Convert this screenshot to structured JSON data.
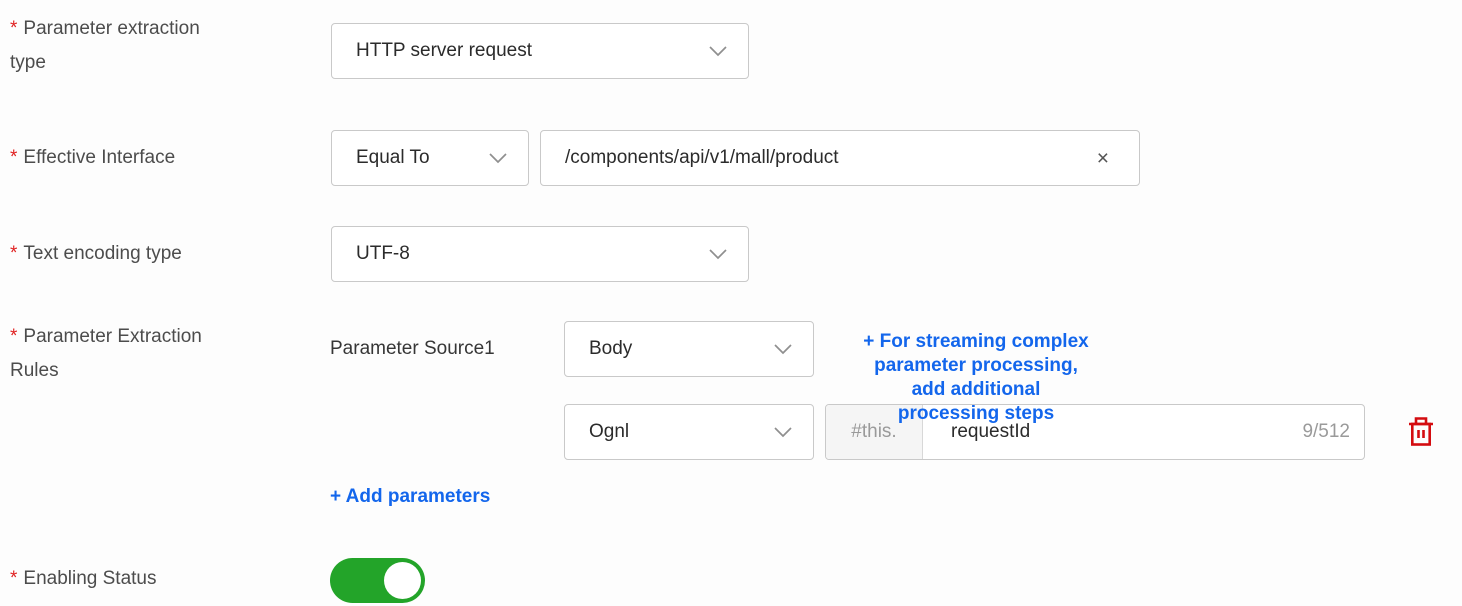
{
  "required_marker": "*",
  "colors": {
    "accent_blue": "#1366ec",
    "asterisk_red": "#e02222",
    "trash_red": "#d40c10",
    "toggle_green": "#23a429",
    "border_gray": "#c9c9c9"
  },
  "fields": {
    "extraction_type": {
      "label": "Parameter extraction type",
      "value": "HTTP server request"
    },
    "effective_interface": {
      "label": "Effective Interface",
      "operator": "Equal To",
      "path": "/components/api/v1/mall/product",
      "clear_icon": "×"
    },
    "text_encoding": {
      "label": "Text encoding type",
      "value": "UTF-8"
    },
    "extraction_rules": {
      "label": "Parameter Extraction Rules",
      "source_label": "Parameter Source1",
      "source_value": "Body",
      "streaming_link_lines": [
        "+ For streaming complex",
        "parameter processing,",
        "add additional",
        "processing steps"
      ],
      "expression_type": "Ognl",
      "expression_prefix": "#this.",
      "expression_value": "requestId",
      "char_counter": "9/512",
      "add_link": "+ Add parameters"
    },
    "enabling_status": {
      "label": "Enabling Status",
      "state": "on"
    }
  }
}
